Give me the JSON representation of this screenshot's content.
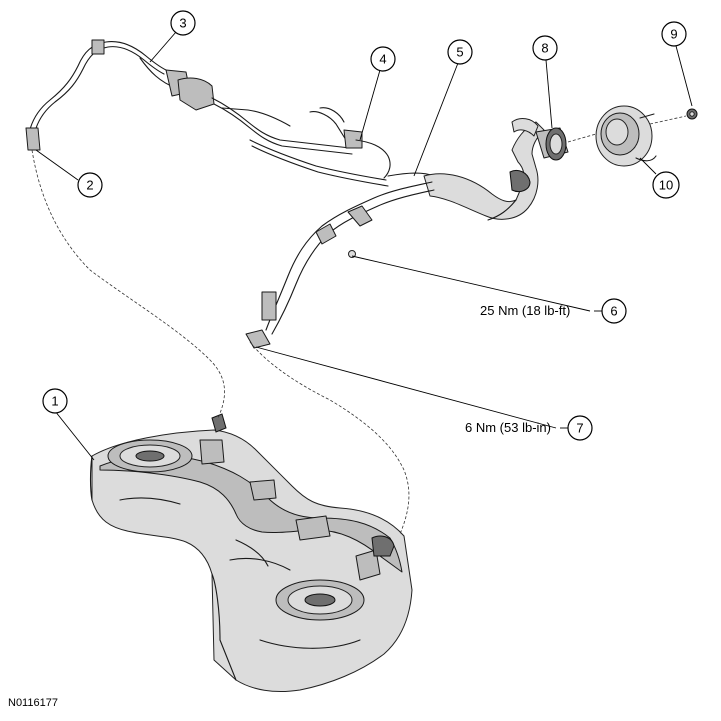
{
  "figure": {
    "id_label": "N0116177"
  },
  "callouts": [
    {
      "num": "1"
    },
    {
      "num": "2"
    },
    {
      "num": "3"
    },
    {
      "num": "4"
    },
    {
      "num": "5"
    },
    {
      "num": "6"
    },
    {
      "num": "7"
    },
    {
      "num": "8"
    },
    {
      "num": "9"
    },
    {
      "num": "10"
    }
  ],
  "torque_specs": [
    {
      "callout": "6",
      "text": "25 Nm (18 lb-ft)"
    },
    {
      "callout": "7",
      "text": "6 Nm (53 lb-in)"
    }
  ]
}
